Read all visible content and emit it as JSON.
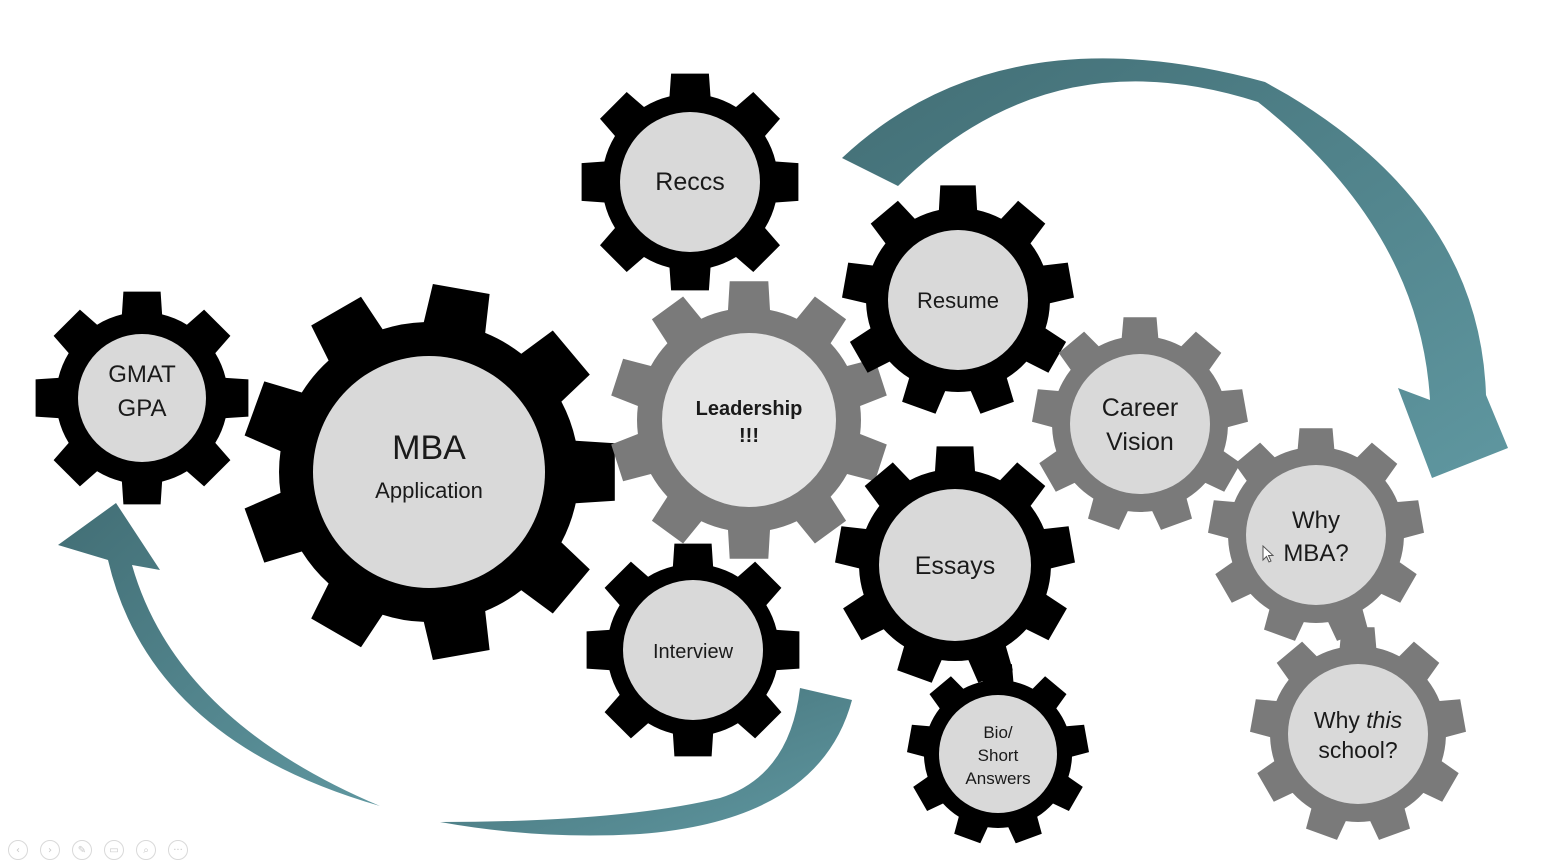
{
  "slide": {
    "colors": {
      "gear_black": "#000000",
      "gear_gray": "#7a7a7a",
      "hub": "#d9d9d9",
      "hub_light": "#e4e4e4",
      "arrow_teal": "#4f8790"
    },
    "gears": [
      {
        "id": "gmat",
        "lines": [
          "GMAT",
          "GPA"
        ]
      },
      {
        "id": "mba",
        "lines": [
          "MBA",
          "Application"
        ]
      },
      {
        "id": "reccs",
        "lines": [
          "Reccs"
        ]
      },
      {
        "id": "leadership",
        "lines": [
          "Leadership",
          "!!!"
        ]
      },
      {
        "id": "interview",
        "lines": [
          "Interview"
        ]
      },
      {
        "id": "resume",
        "lines": [
          "Resume"
        ]
      },
      {
        "id": "essays",
        "lines": [
          "Essays"
        ]
      },
      {
        "id": "bio",
        "lines": [
          "Bio/",
          "Short",
          "Answers"
        ]
      },
      {
        "id": "career",
        "lines": [
          "Career",
          "Vision"
        ]
      },
      {
        "id": "whymba",
        "lines": [
          "Why",
          "MBA?"
        ]
      },
      {
        "id": "whyschool",
        "lines": [
          "Why this",
          "school?"
        ]
      }
    ]
  },
  "toolbar": {
    "buttons": [
      {
        "name": "previous-slide-button",
        "icon": "chevron-left-icon",
        "glyph": "‹"
      },
      {
        "name": "next-slide-button",
        "icon": "chevron-right-icon",
        "glyph": "›"
      },
      {
        "name": "pen-tool-button",
        "icon": "pen-icon",
        "glyph": "✎"
      },
      {
        "name": "slides-view-button",
        "icon": "slides-icon",
        "glyph": "▭"
      },
      {
        "name": "zoom-button",
        "icon": "zoom-icon",
        "glyph": "⌕"
      },
      {
        "name": "more-options-button",
        "icon": "more-icon",
        "glyph": "···"
      }
    ]
  }
}
